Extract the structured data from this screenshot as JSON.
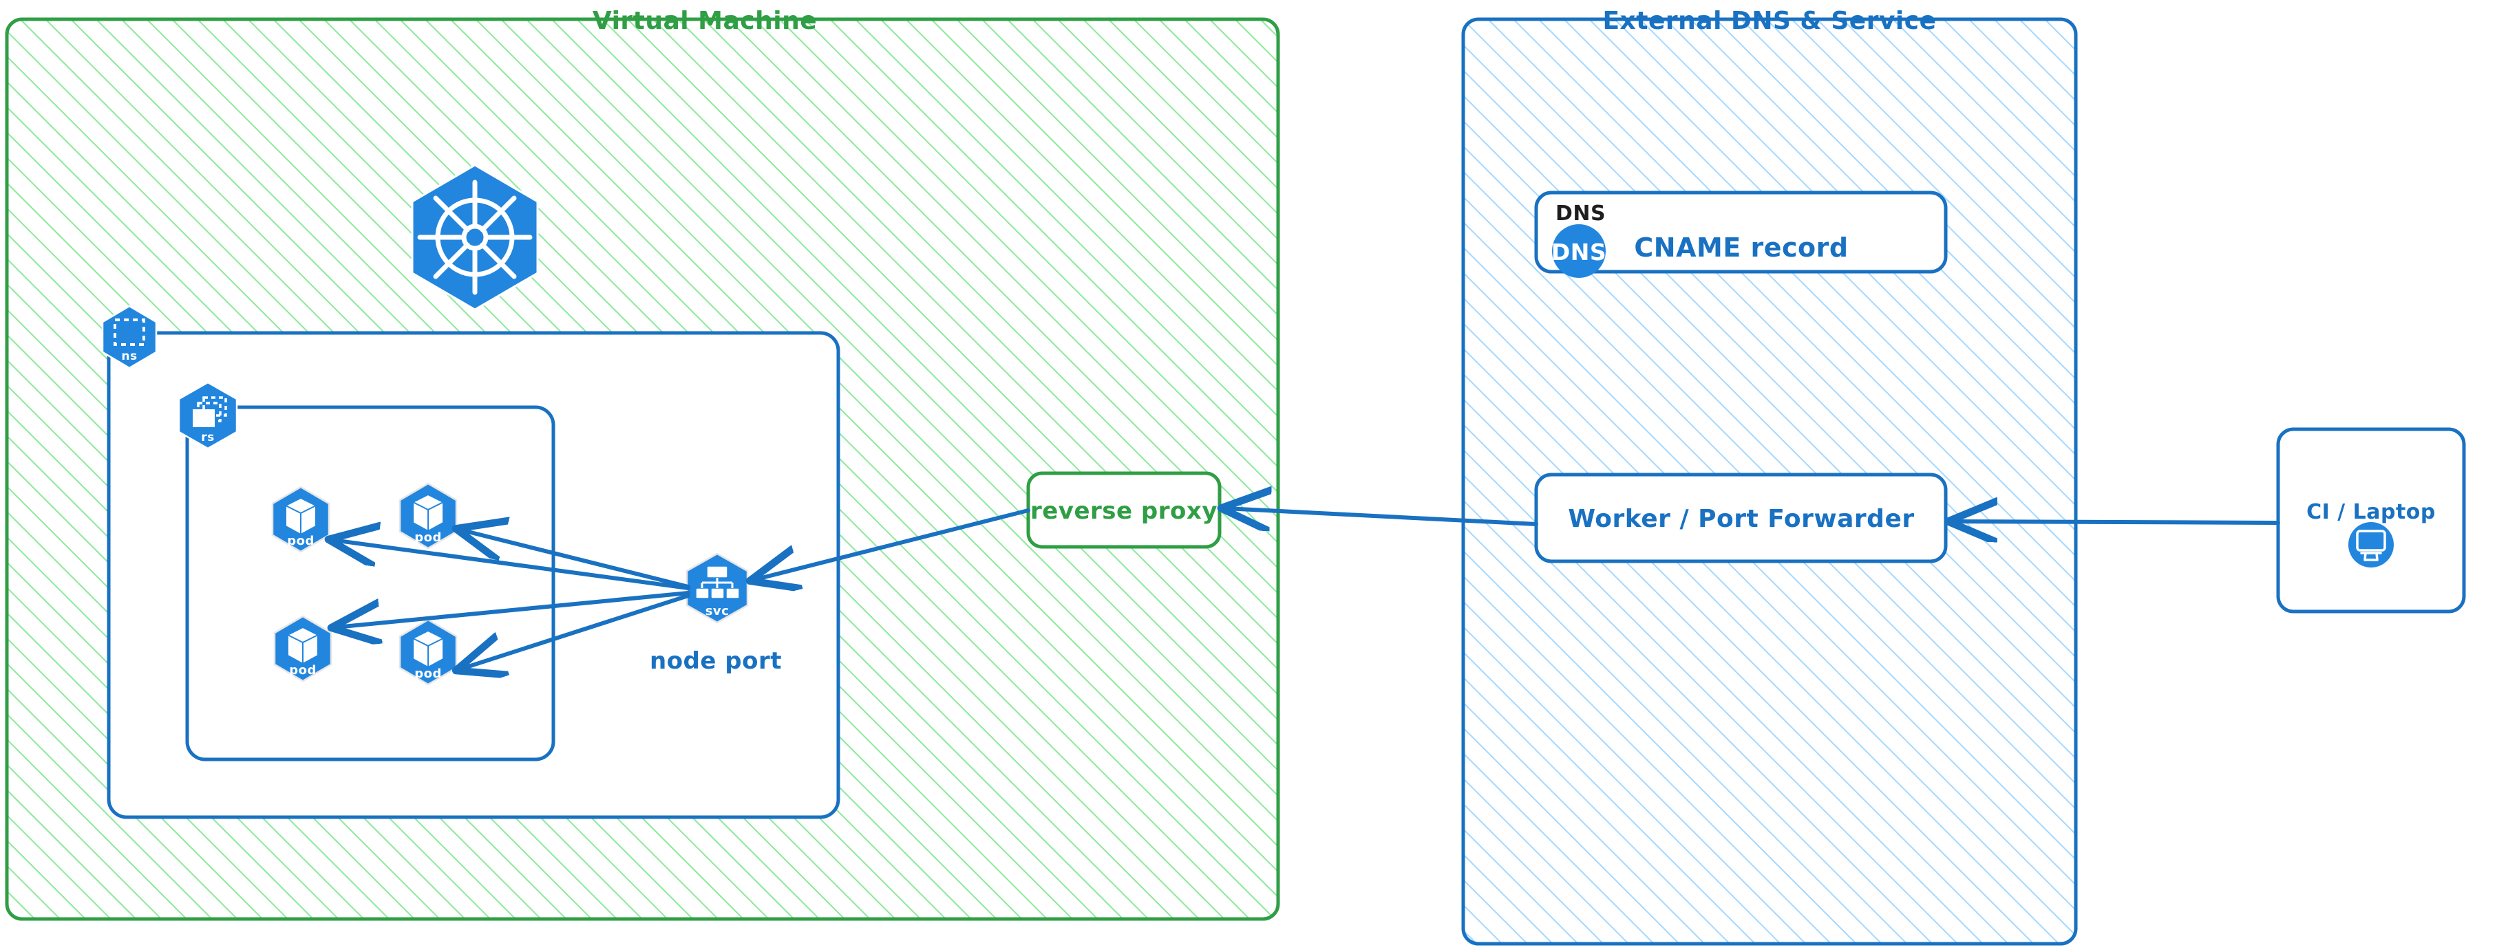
{
  "diagram": {
    "title_vm": "Virtual Machine",
    "title_ext": "External DNS & Service",
    "colors": {
      "green_stroke": "#2f9e44",
      "green_hatch": "#8ce99a",
      "blue_stroke": "#1971c2",
      "blue_hatch": "#a5d8ff",
      "k8s_blue": "#2286df",
      "black_text": "#1e1e1e"
    }
  },
  "vm_panel": {
    "label": "Virtual Machine",
    "k8s_logo": "kubernetes-logo",
    "namespace": {
      "badge_label": "ns",
      "badge_icon": "namespace-icon"
    },
    "replicaset": {
      "badge_label": "rs",
      "badge_icon": "replicaset-icon"
    },
    "pods": [
      {
        "label": "pod",
        "icon": "pod-cube-icon"
      },
      {
        "label": "pod",
        "icon": "pod-cube-icon"
      },
      {
        "label": "pod",
        "icon": "pod-cube-icon"
      },
      {
        "label": "pod",
        "icon": "pod-cube-icon"
      }
    ],
    "service": {
      "badge_label": "svc",
      "icon": "service-tree-icon",
      "caption": "node port"
    },
    "reverse_proxy": {
      "label": "reverse proxy"
    }
  },
  "external_panel": {
    "label": "External DNS & Service",
    "dns_card": {
      "title": "DNS",
      "icon_label": "DNS",
      "icon": "dns-circle-icon",
      "body": "CNAME record"
    },
    "worker_card": {
      "label": "Worker / Port Forwarder"
    }
  },
  "client": {
    "label": "CI / Laptop",
    "icon": "desktop-monitor-icon"
  },
  "connections": [
    {
      "from": "svc",
      "to": "pod-1",
      "arrow": "single"
    },
    {
      "from": "svc",
      "to": "pod-2",
      "arrow": "single"
    },
    {
      "from": "svc",
      "to": "pod-3",
      "arrow": "single"
    },
    {
      "from": "svc",
      "to": "pod-4",
      "arrow": "single"
    },
    {
      "from": "reverse-proxy",
      "to": "svc",
      "arrow": "single"
    },
    {
      "from": "worker-port-forwarder",
      "to": "reverse-proxy",
      "arrow": "single"
    },
    {
      "from": "ci-laptop",
      "to": "worker-port-forwarder",
      "arrow": "single"
    }
  ]
}
